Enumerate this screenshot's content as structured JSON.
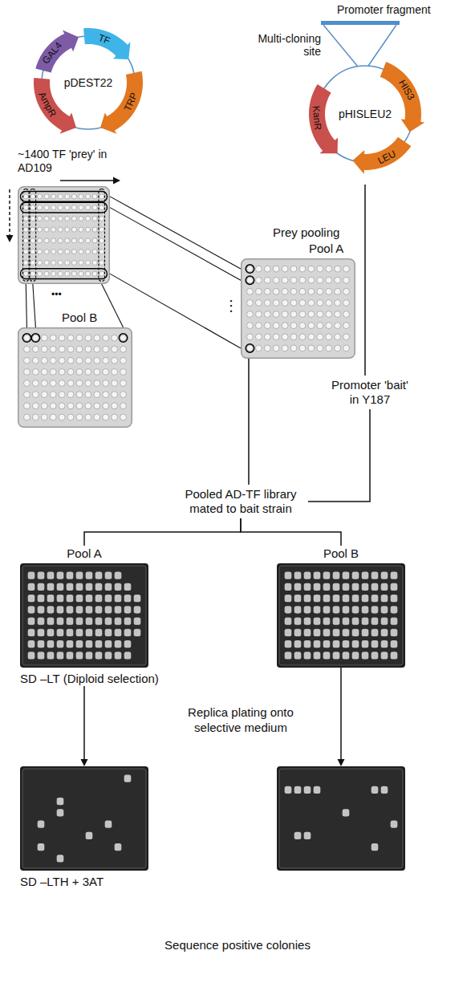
{
  "diagram": {
    "nodes": [
      {
        "text": [
          "pDEST22"
        ]
      },
      {
        "text": [
          "GAL4"
        ],
        "in": 0
      },
      {
        "text": [
          "TF"
        ],
        "in": 0
      },
      {
        "text": [
          "AmpR"
        ],
        "in": 0
      },
      {
        "text": [
          "TRP"
        ],
        "in": 0
      },
      {
        "text": [
          "pHISLEU2"
        ]
      },
      {
        "text": [
          "KanR"
        ],
        "in": 5
      },
      {
        "text": [
          "HIS3"
        ],
        "in": 5
      },
      {
        "text": [
          "LEU"
        ],
        "in": 5
      },
      {
        "text": [
          "~1400 TF 'prey' in AD109"
        ]
      },
      {
        "text": [
          "Prey pooling",
          "Pool A"
        ]
      },
      {
        "text": [
          "Pool B"
        ]
      },
      {
        "text": [
          "Promoter 'bait' in Y187"
        ]
      },
      {
        "text": [
          "Pooled AD-TF library mated to bait strain"
        ]
      },
      {
        "text": [
          "Pool A",
          "SD –LT (Diploid selection)"
        ]
      },
      {
        "text": [
          "Pool B"
        ]
      },
      {
        "text": [
          "SD –LTH + 3AT"
        ]
      },
      {
        "text": []
      }
    ],
    "edges": [
      {
        "from": 9,
        "to": 10,
        "arrow": "none"
      },
      {
        "from": 9,
        "to": 10,
        "arrow": "none"
      },
      {
        "from": 9,
        "to": 10,
        "arrow": "none"
      },
      {
        "from": 9,
        "to": 11,
        "arrow": "none"
      },
      {
        "from": 9,
        "to": 11,
        "arrow": "none"
      },
      {
        "from": 9,
        "to": 11,
        "arrow": "none"
      },
      {
        "from": 5,
        "to": 12,
        "arrow": "none"
      },
      {
        "from": 10,
        "to": 13,
        "arrow": "none"
      },
      {
        "from": 12,
        "to": 13,
        "arrow": "none"
      },
      {
        "from": 13,
        "to": 14,
        "arrow": "none"
      },
      {
        "from": 13,
        "to": 15,
        "arrow": "none"
      },
      {
        "from": 14,
        "to": 16,
        "arrow": "to"
      },
      {
        "from": 15,
        "to": 17,
        "arrow": "to"
      }
    ],
    "labels": [
      "Promoter fragment",
      "Multi-cloning site",
      "⋮",
      "•••",
      "Replica plating onto selective medium",
      "Sequence positive colonies"
    ]
  }
}
